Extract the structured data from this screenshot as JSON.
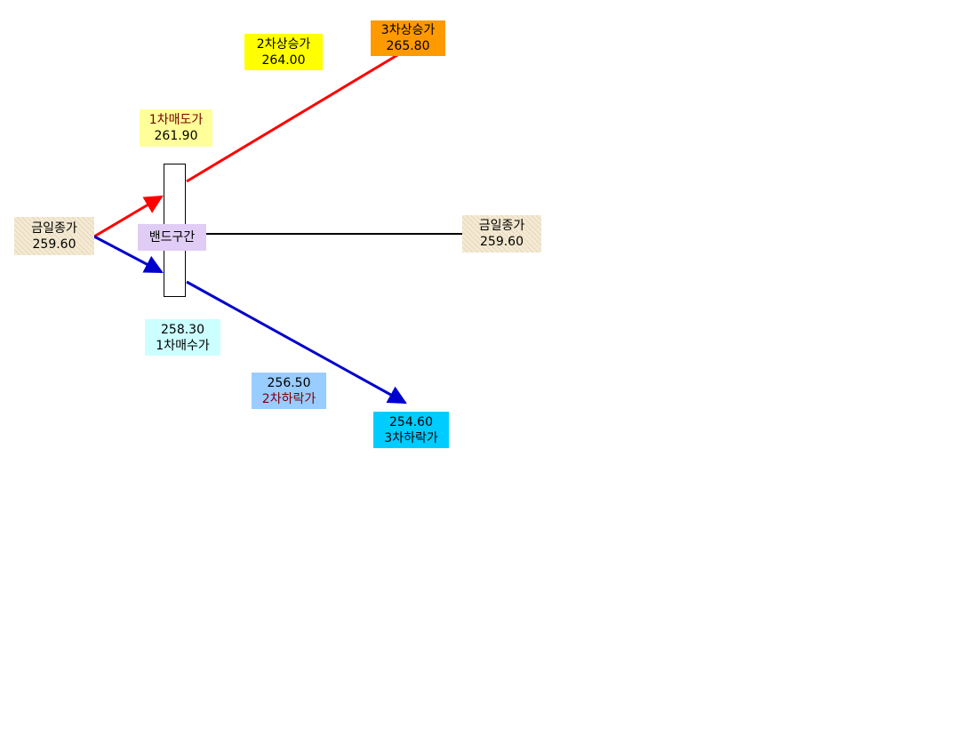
{
  "colors": {
    "up_line": "#ff0000",
    "down_line": "#0000cc",
    "flat_line": "#000000",
    "close_box": "#f4ead4",
    "sell1_box": "#ffff99",
    "up2_box": "#ffff00",
    "up3_box": "#ff9900",
    "band_box": "#e0ccf4",
    "buy1_box": "#ccffff",
    "down2_box": "#99ccff",
    "down3_box": "#00ccff"
  },
  "close_left": {
    "label": "금일종가",
    "value": "259.60"
  },
  "band": {
    "label": "밴드구간"
  },
  "close_right": {
    "label": "금일종가",
    "value": "259.60"
  },
  "sell_1": {
    "label": "1차매도가",
    "value": "261.90"
  },
  "up_2": {
    "label": "2차상승가",
    "value": "264.00"
  },
  "up_3": {
    "label": "3차상승가",
    "value": "265.80"
  },
  "buy_1": {
    "label": "1차매수가",
    "value": "258.30"
  },
  "down_2": {
    "label": "2차하락가",
    "value": "256.50"
  },
  "down_3": {
    "label": "3차하락가",
    "value": "254.60"
  }
}
